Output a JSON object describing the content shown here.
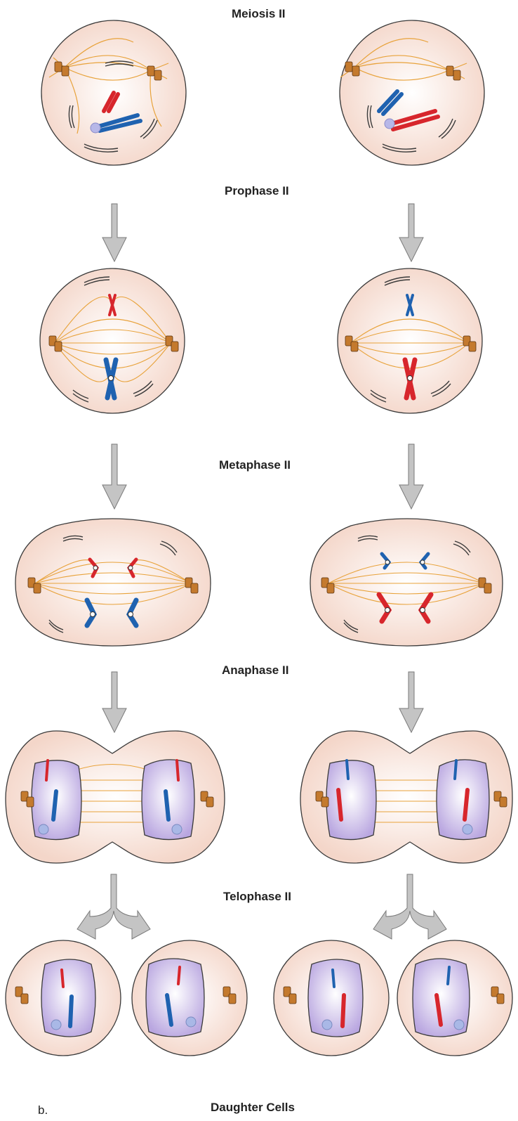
{
  "labels": {
    "meiosis2": "Meiosis II",
    "prophase2": "Prophase II",
    "metaphase2": "Metaphase II",
    "anaphase2": "Anaphase II",
    "telophase2": "Telophase II",
    "daughter": "Daughter Cells",
    "panel": "b."
  },
  "colors": {
    "cytoplasm": "#f6ddd2",
    "cytoplasm_edge": "#3a3a3a",
    "spindle": "#e8a23a",
    "chromosome_red": "#d7262c",
    "chromosome_blue": "#1f62b0",
    "nucleus": "#c9b8e6",
    "centriole": "#c47a2e",
    "arrow": "#b8b8b8"
  }
}
